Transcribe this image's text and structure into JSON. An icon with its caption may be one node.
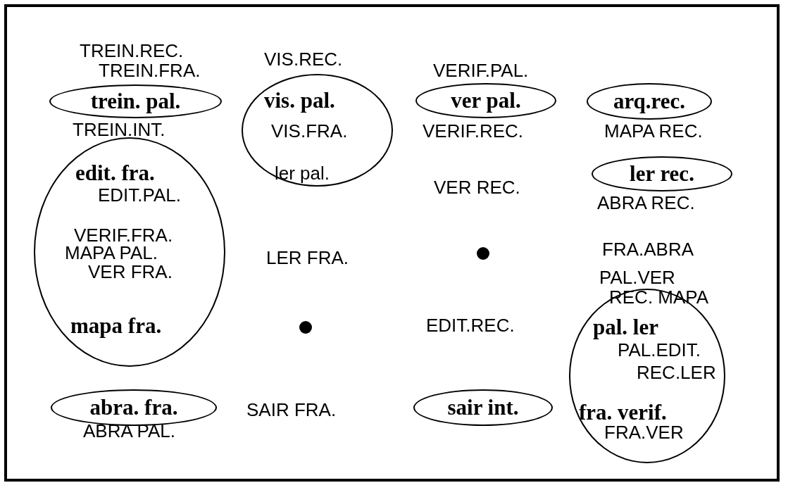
{
  "diagram": {
    "nodes": [
      {
        "text": [
          "trein. pal."
        ]
      },
      {
        "text": [
          "vis. pal.",
          "VIS.FRA.",
          "ler pal."
        ]
      },
      {
        "text": [
          "ver pal."
        ]
      },
      {
        "text": [
          "arq.rec."
        ]
      },
      {
        "text": [
          "edit. fra.",
          "EDIT.PAL.",
          "VERIF.FRA.",
          "MAPA PAL.",
          "VER FRA.",
          "mapa fra."
        ]
      },
      {
        "text": [
          "ler rec."
        ]
      },
      {
        "text": [],
        "shape": "circle"
      },
      {
        "text": [],
        "shape": "circle"
      },
      {
        "text": [
          "pal. ler",
          "PAL.EDIT.",
          "REC.LER",
          "fra. verif."
        ]
      },
      {
        "text": [
          "abra. fra."
        ]
      },
      {
        "text": [
          "sair int."
        ]
      }
    ],
    "labels": [
      "TREIN.REC.",
      "TREIN.FRA.",
      "VIS.REC.",
      "VERIF.PAL.",
      "TREIN.INT.",
      "VERIF.REC.",
      "MAPA REC.",
      "VER REC.",
      "ABRA REC.",
      "LER FRA.",
      "FRA.ABRA",
      "PAL.VER",
      "REC. MAPA",
      "EDIT.REC.",
      "SAIR FRA.",
      "ABRA PAL.",
      "FRA.VER"
    ]
  }
}
